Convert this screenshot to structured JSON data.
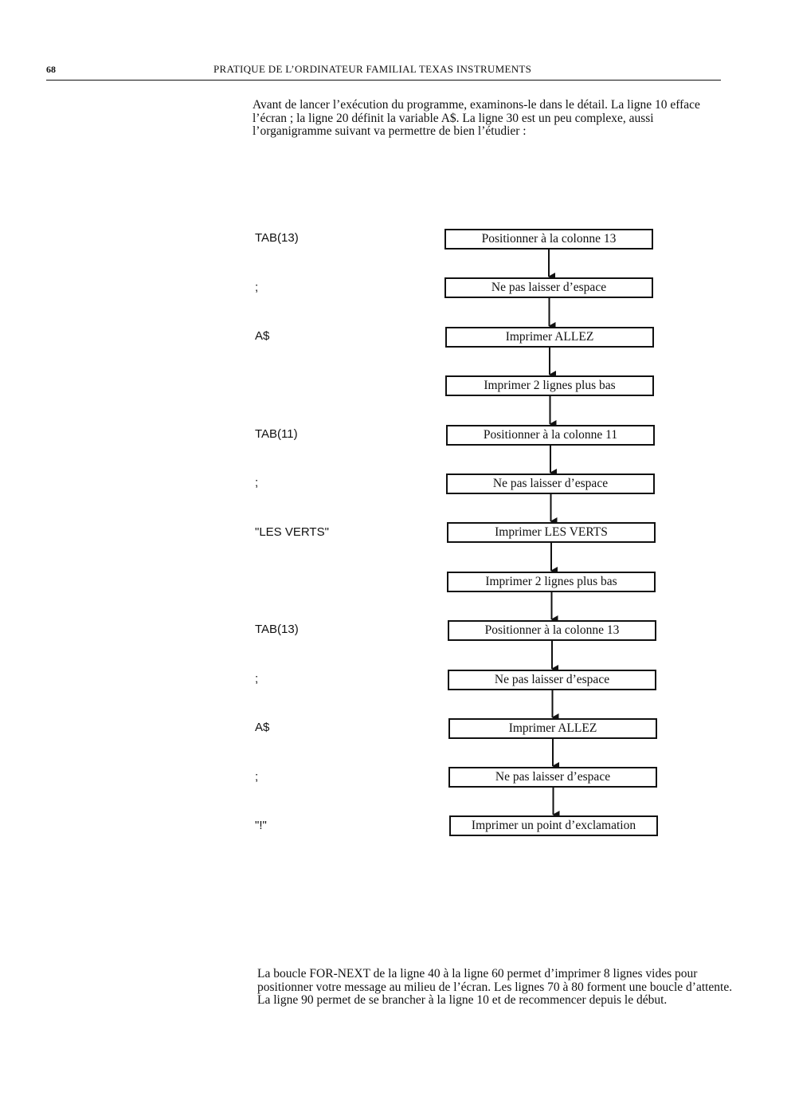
{
  "header": {
    "page_number": "68",
    "running_title": "PRATIQUE DE L’ORDINATEUR FAMILIAL TEXAS INSTRUMENTS"
  },
  "intro_text": "Avant de lancer l’exécution du programme, examinons-le dans le détail. La ligne 10 efface l’écran ; la ligne 20 définit la variable A$. La ligne 30 est un peu complexe, aussi l’organigramme suivant va permettre de bien l’étudier :",
  "flowchart": {
    "labels": [
      "TAB(13)",
      ";",
      "A$",
      "",
      "TAB(11)",
      ";",
      "\"LES VERTS\"",
      "",
      "TAB(13)",
      ";",
      "A$",
      ";",
      "\"!\""
    ],
    "steps": [
      "Positionner à la colonne 13",
      "Ne pas laisser d’espace",
      "Imprimer ALLEZ",
      "Imprimer 2 lignes plus bas",
      "Positionner à la colonne 11",
      "Ne pas laisser d’espace",
      "Imprimer LES VERTS",
      "Imprimer 2 lignes plus bas",
      "Positionner à la colonne 13",
      "Ne pas laisser d’espace",
      "Imprimer ALLEZ",
      "Ne pas laisser d’espace",
      "Imprimer un point d’exclamation"
    ]
  },
  "outro_text": "La boucle FOR-NEXT de la ligne 40 à la ligne 60 permet d’imprimer 8 lignes vides pour positionner votre message au milieu de l’écran. Les lignes 70 à 80 forment une boucle d’attente. La ligne 90 permet de se brancher à la ligne 10 et de recommencer depuis le début."
}
